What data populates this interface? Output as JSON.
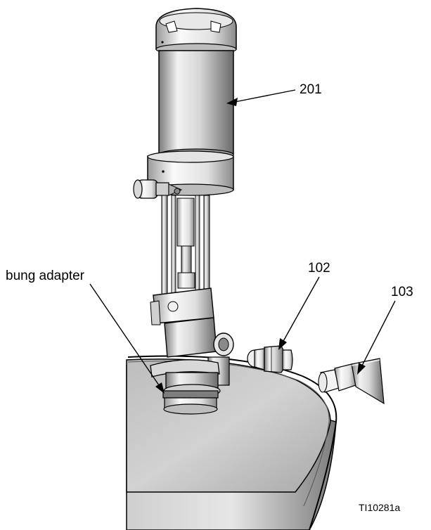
{
  "callouts": {
    "motor": "201",
    "fitting": "102",
    "bung_adapter": "bung adapter",
    "hose": "103"
  },
  "figure_id": "TI10281a",
  "colors": {
    "metal_light": "#f4f4f4",
    "metal_mid": "#c8c8c8",
    "metal_dark": "#6e6e6e",
    "outline": "#000000"
  }
}
